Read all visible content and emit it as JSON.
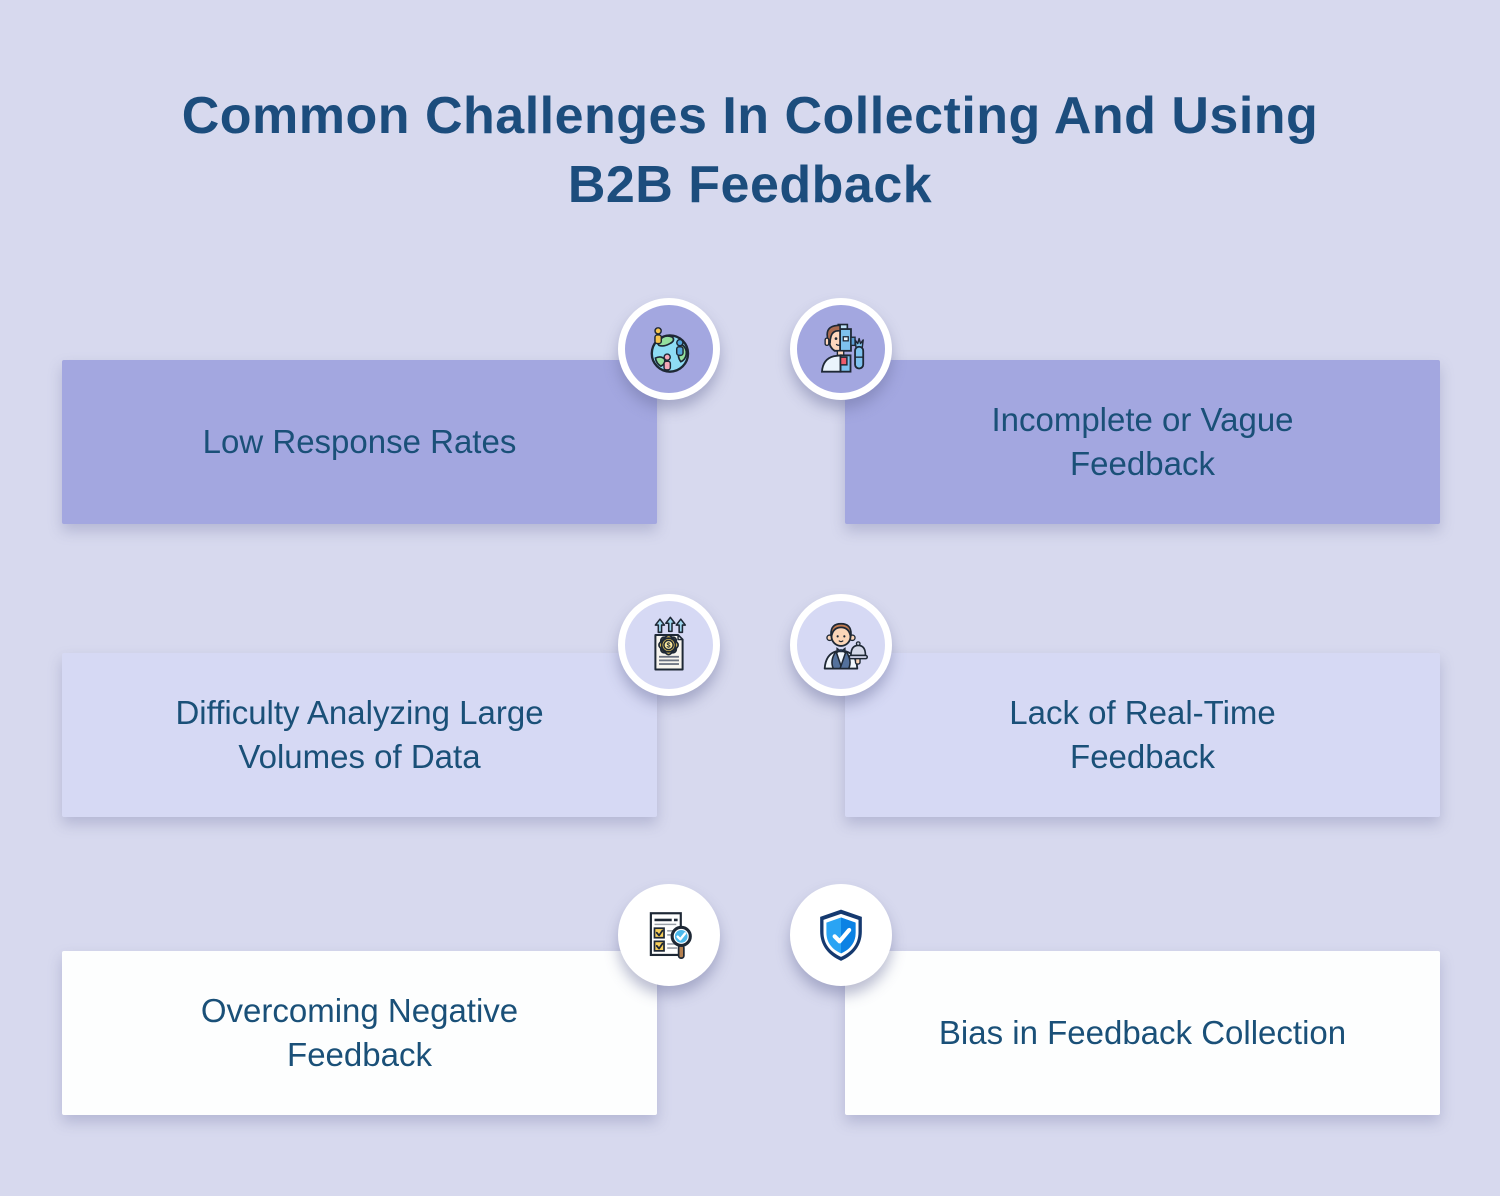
{
  "page": {
    "title": "Common Challenges In Collecting And Using\nB2B Feedback"
  },
  "colors": {
    "background": "#d7d9ee",
    "card_dark": "#a3a7e0",
    "card_light": "#d6d9f4",
    "card_white": "#fdfefe",
    "title_text": "#1c4d7d",
    "card_text": "#1a5078",
    "shield_blue": "#2aa4f4",
    "shield_navy": "#15396f"
  },
  "cards": [
    {
      "label": "Low Response Rates",
      "icon": "globe-users-icon",
      "variant": "dark"
    },
    {
      "label": "Incomplete or Vague\nFeedback",
      "icon": "human-robot-icon",
      "variant": "dark"
    },
    {
      "label": "Difficulty Analyzing Large\nVolumes of Data",
      "icon": "document-gear-growth-icon",
      "variant": "light"
    },
    {
      "label": "Lack of Real-Time\nFeedback",
      "icon": "waiter-service-icon",
      "variant": "light"
    },
    {
      "label": "Overcoming Negative\nFeedback",
      "icon": "checklist-magnifier-icon",
      "variant": "white"
    },
    {
      "label": "Bias in Feedback Collection",
      "icon": "shield-check-icon",
      "variant": "white"
    }
  ]
}
